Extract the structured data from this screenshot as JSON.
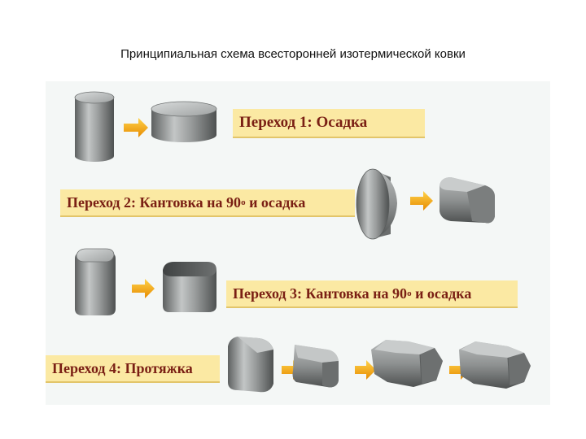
{
  "title": "Принципиальная схема всесторонней изотермической ковки",
  "steps": [
    {
      "label_main": "Переход 1: Осадка"
    },
    {
      "label_main": "Переход 2: Кантовка на 90",
      "label_sup": "о",
      "label_tail": " и осадка"
    },
    {
      "label_main": "Переход 3: Кантовка на 90",
      "label_sup": "о",
      "label_tail": " и осадка"
    },
    {
      "label_main": "Переход 4: Протяжка"
    }
  ],
  "colors": {
    "label_bg": "#fbe9a3",
    "label_text": "#7a1f14",
    "arrow": "#f5a300",
    "metal": "#8c8f8f"
  }
}
